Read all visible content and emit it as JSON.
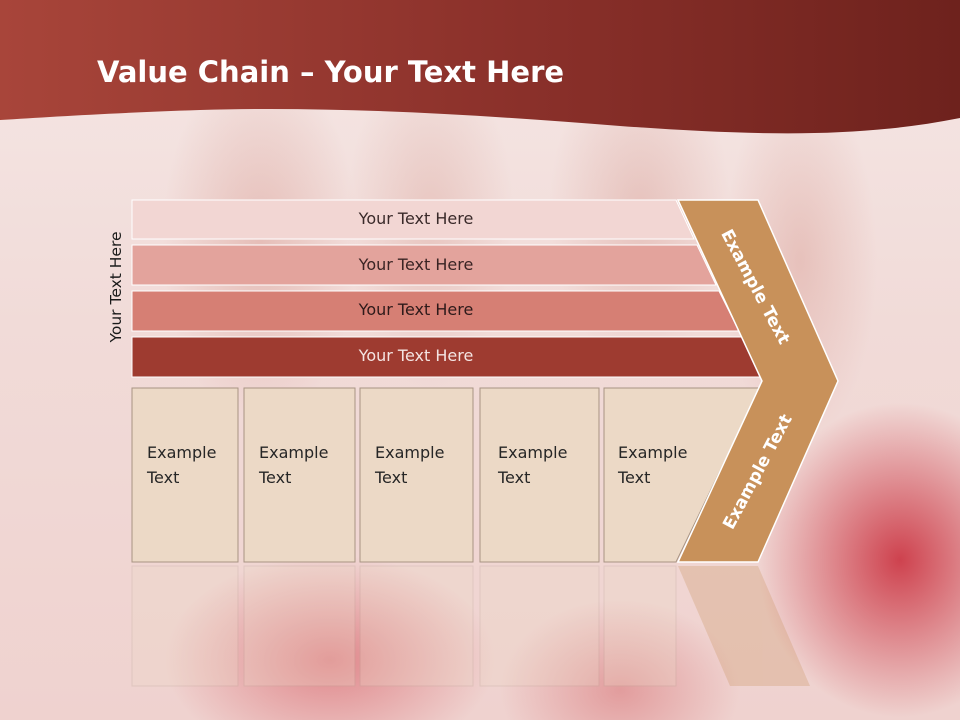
{
  "title": {
    "bold": "Value Chain",
    "rest": " – Your Text Here"
  },
  "side_label": "Your Text Here",
  "bands": [
    {
      "label": "Your Text Here"
    },
    {
      "label": "Your Text Here"
    },
    {
      "label": "Your Text Here"
    },
    {
      "label": "Your Text Here"
    }
  ],
  "boxes": [
    {
      "line1": "Example",
      "line2": "Text"
    },
    {
      "line1": "Example",
      "line2": "Text"
    },
    {
      "line1": "Example",
      "line2": "Text"
    },
    {
      "line1": "Example",
      "line2": "Text"
    },
    {
      "line1": "Example",
      "line2": "Text"
    }
  ],
  "arrow": {
    "upper": "Example Text",
    "lower": "Example Text"
  },
  "colors": {
    "header_dark": "#6e221d",
    "header_light": "#a8453a",
    "band_1": "#f2d6d3",
    "band_2": "#e3a39c",
    "band_3": "#d67f74",
    "band_4": "#9e3b30",
    "box_fill": "#ecd9c6",
    "arrow_fill": "#c8915a"
  }
}
